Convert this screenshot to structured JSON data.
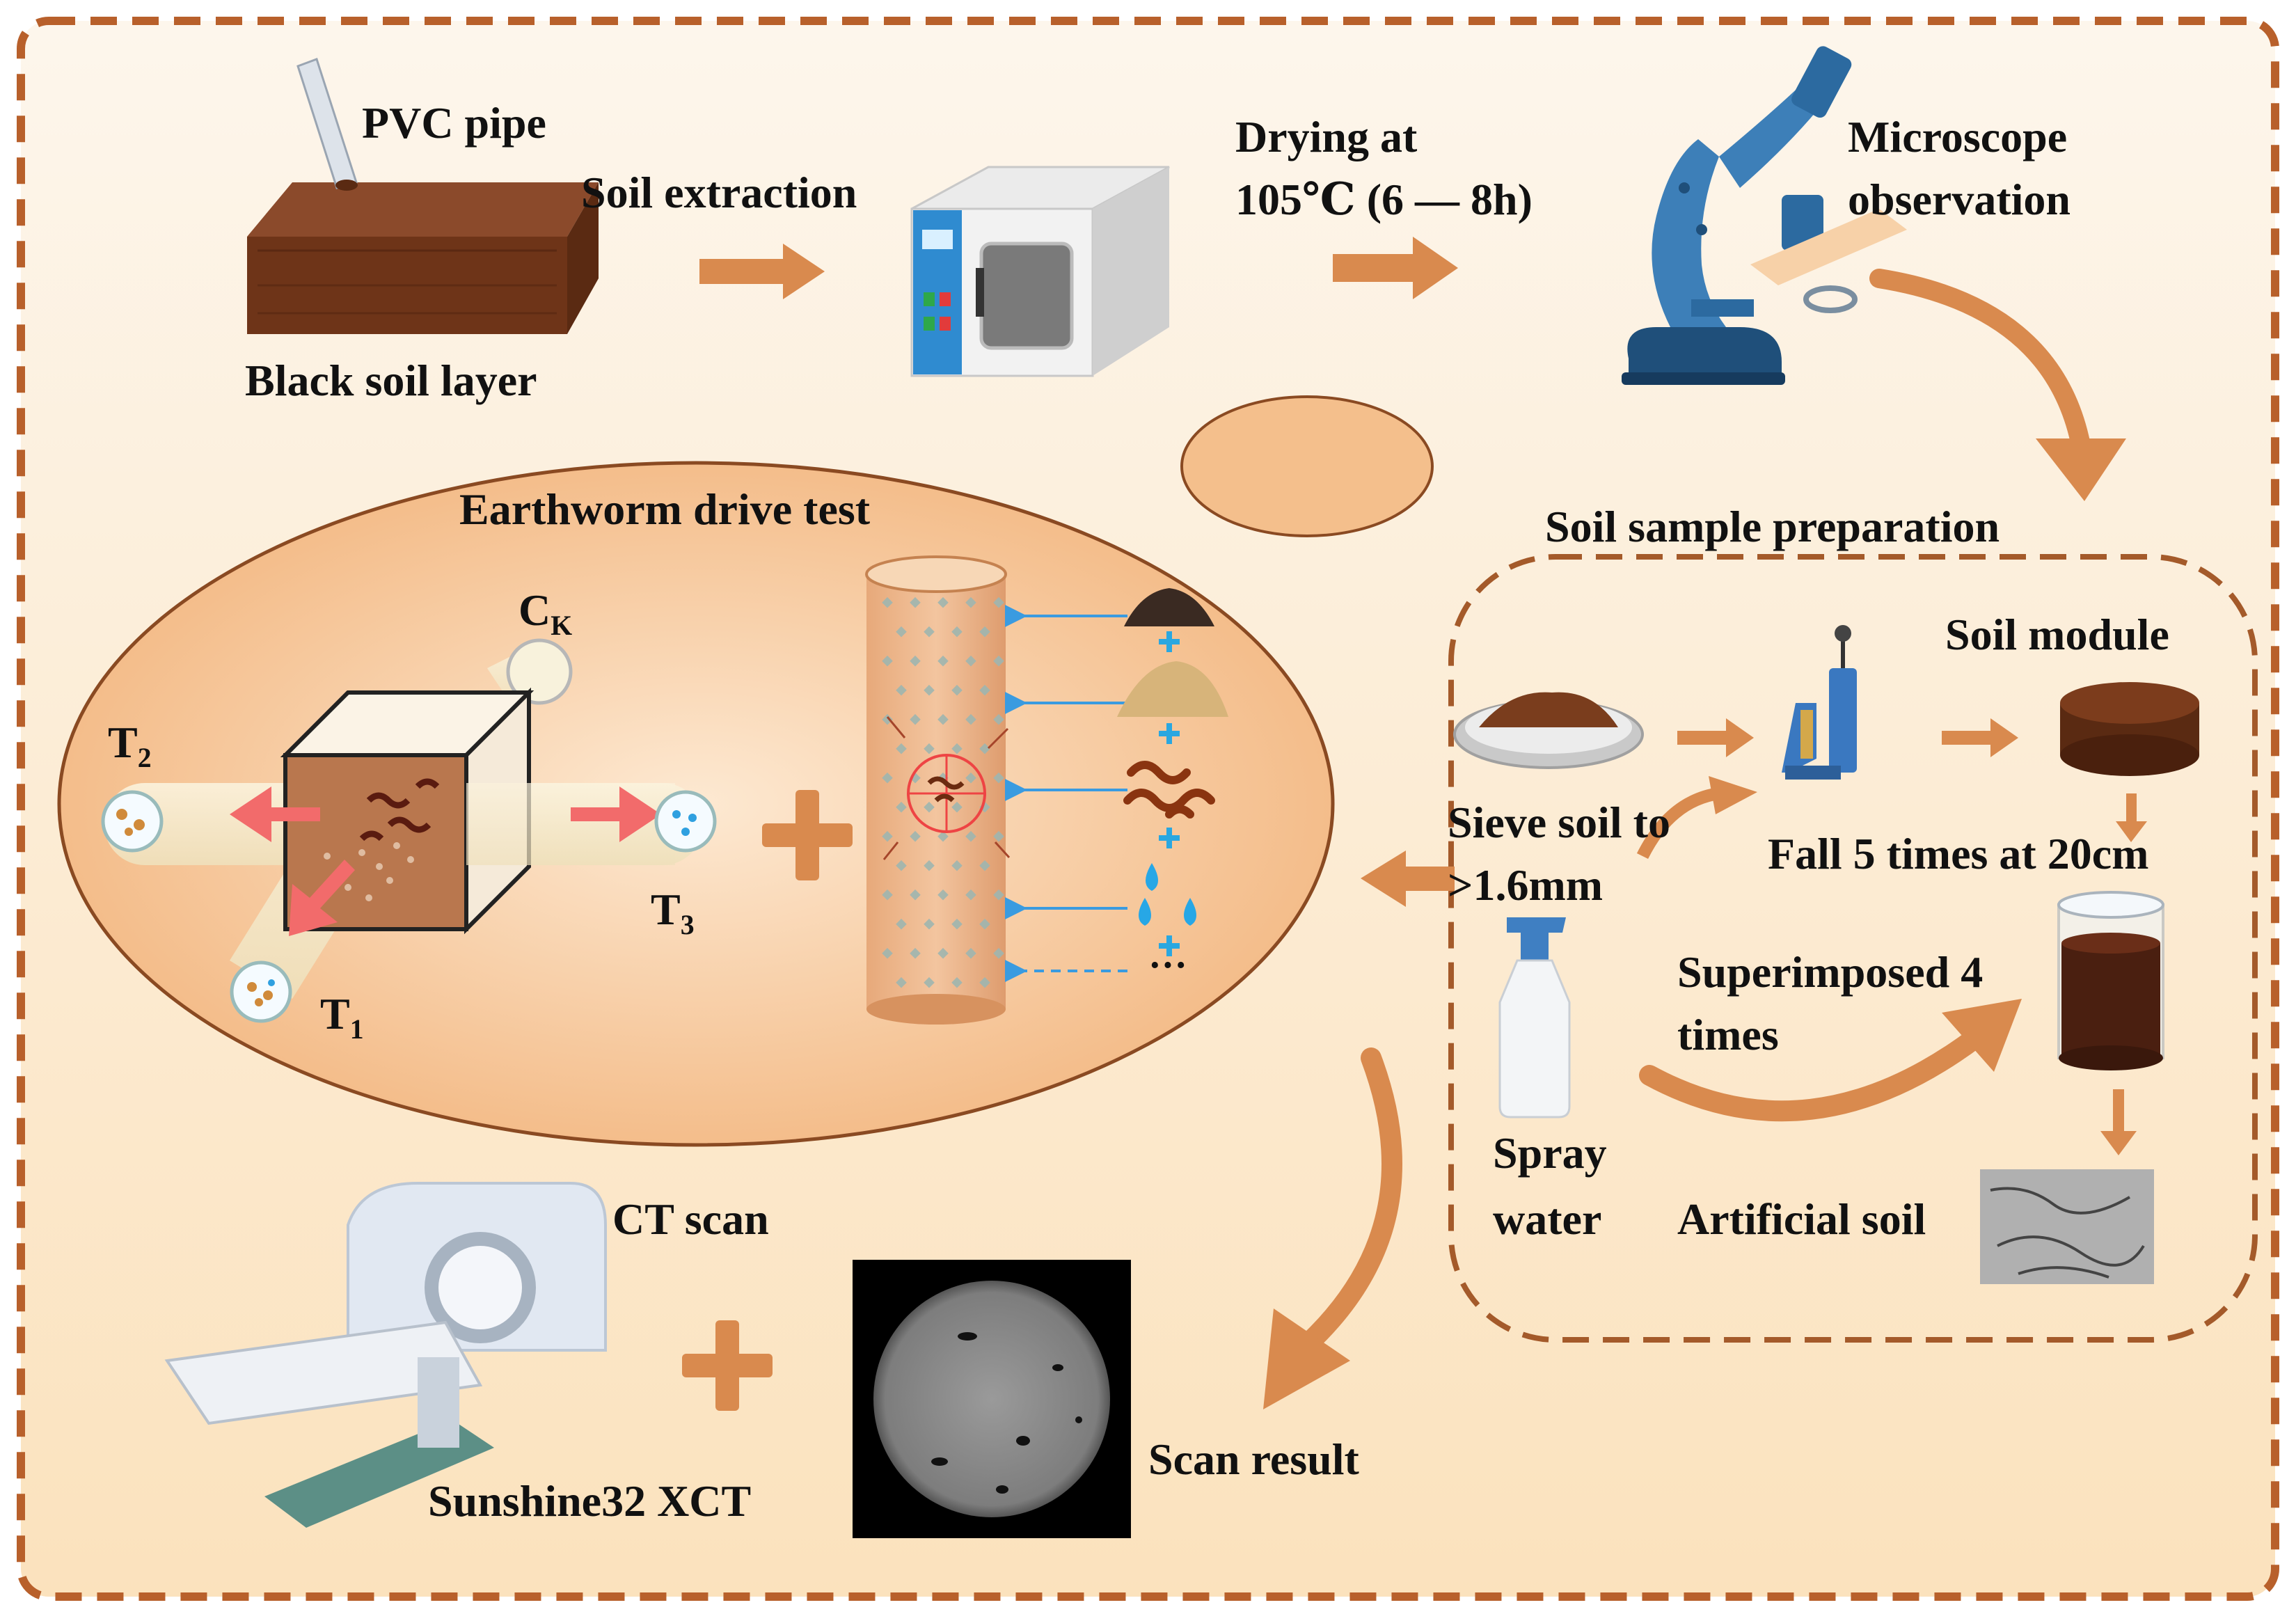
{
  "colors": {
    "background_top": "#fdf6ec",
    "background_bottom": "#fbe2bd",
    "frame_dash": "#b8602b",
    "arrow": "#d98a4e",
    "soil_dark": "#6e3418",
    "soil_top": "#8b4a2b",
    "ellipse_fill": "#f4bf8c",
    "ellipse_stroke": "#8a4a22",
    "oven_blue": "#2f8bd0",
    "microscope_blue": "#3d7fb8",
    "water_drop": "#27a7e6",
    "ct_scan_bg": "#000000"
  },
  "labels": {
    "pvc_pipe": "PVC pipe",
    "soil_extraction": "Soil extraction",
    "black_soil_layer": "Black soil layer",
    "drying_line1": "Drying at",
    "drying_line2": "105℃ (6 — 8h)",
    "microscope_line1": "Microscope",
    "microscope_line2": "observation",
    "earthworm_test": "Earthworm drive test",
    "soil_sample_prep": "Soil sample preparation",
    "soil_module": "Soil module",
    "sieve_line1": "Sieve soil to",
    "sieve_line2": ">1.6mm",
    "fall_times": "Fall 5 times at 20cm",
    "superimposed_line1": "Superimposed 4",
    "superimposed_line2": "times",
    "spray_line1": "Spray",
    "spray_line2": "water",
    "artificial_soil": "Artificial soil",
    "ct_scan": "CT scan",
    "sunshine_xct": "Sunshine32 XCT",
    "scan_result": "Scan result",
    "ck_main": "C",
    "ck_sub": "K",
    "t1_main": "T",
    "t1_sub": "1",
    "t2_main": "T",
    "t2_sub": "2",
    "t3_main": "T",
    "t3_sub": "3",
    "ellipsis": "···"
  }
}
